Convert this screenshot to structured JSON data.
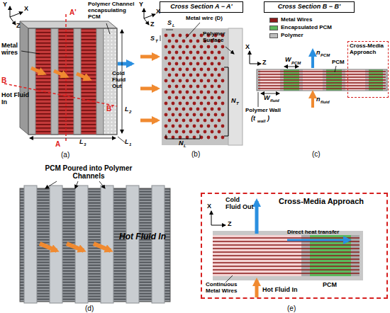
{
  "diagram": {
    "nodes": [
      {
        "text": [
          "Cross Section A − A'"
        ]
      },
      {
        "text": [
          "Cross Section B − B'"
        ]
      },
      {
        "text": [
          "Cross-Media Approach"
        ]
      },
      {
        "text": [
          "Cross-Media Approach"
        ]
      }
    ],
    "labels": [
      "Y",
      "X",
      "Z",
      "Metal wires",
      "Polymer Channel encapsulating PCM",
      "A'",
      "B",
      "B'",
      "A",
      "Hot Fluid In",
      "Cold Fluid Out",
      "L",
      "1",
      "L",
      "2",
      "L",
      "3",
      "(a)",
      "Y",
      "X",
      "Z",
      "Metal wire (D)",
      "S",
      "L",
      "S",
      "T",
      "Polymer Surface",
      "N",
      "T",
      "N",
      "L",
      "(b)",
      "X",
      "Z",
      "W",
      "PCM",
      "n",
      "PCM",
      "PCM",
      "W",
      "fluid",
      "n",
      "fluid",
      "Polymer Wall",
      "(t",
      "wall",
      ")",
      "(c)",
      "PCM Poured into Polymer Channels",
      "Hot Fluid In",
      "(d)",
      "Cold Fluid Out",
      "X",
      "Z",
      "Direct heat transfer",
      "Continuous Metal Wires",
      "PCM",
      "Hot Fluid In",
      "(e)"
    ],
    "legend": [
      {
        "text": "Metal Wires",
        "color": "#8b1a1a"
      },
      {
        "text": "Encapsulated PCM",
        "color": "#5cb85c"
      },
      {
        "text": "Polymer",
        "color": "#bdbdbd"
      }
    ]
  }
}
